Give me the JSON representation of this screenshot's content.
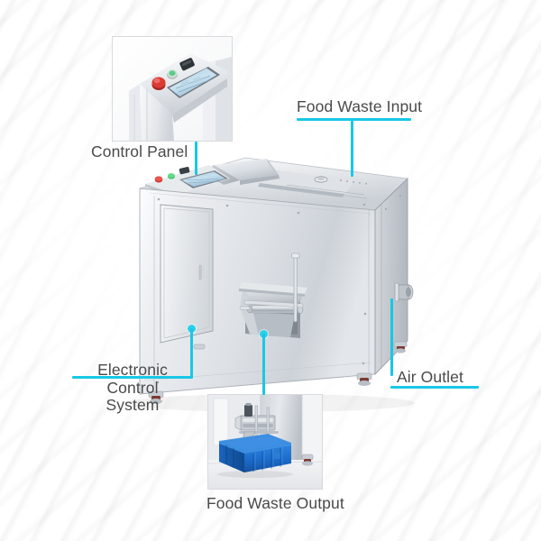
{
  "page": {
    "title": "Food Waste Treatment Machine — Annotated Diagram",
    "subject": "stainless steel food waste disposal / dewatering machine",
    "background_style": "white with subtle diagonal wave stripes"
  },
  "colors": {
    "accent_cyan": "#18c8e6",
    "label_text": "#4a4a4a",
    "inset_border": "#d8dade",
    "steel_light": "#f2f3f5",
    "steel_mid": "#d3d7dc",
    "steel_dark": "#a9afb6",
    "crate_blue": "#1f6fd0",
    "emergency_red": "#d4342c",
    "button_green": "#3fbf6a",
    "hmi_screen": "#b9d9ea"
  },
  "annotations": [
    {
      "id": "control-panel",
      "label": "Control Panel",
      "label_lines": [
        "Control Panel"
      ],
      "has_inset_photo": true,
      "inset_contents": "close-up of machine corner showing emergency stop, green button, rocker switch and HMI touchscreen",
      "connector": "vertical cyan line from inset down to the machine control panel"
    },
    {
      "id": "food-waste-input",
      "label": "Food Waste Input",
      "label_lines": [
        "Food Waste Input"
      ],
      "has_inset_photo": false,
      "connector": "cyan underline with vertical drop to the hopper lid on machine top"
    },
    {
      "id": "electronic-control-system",
      "label": "Electronic Control System",
      "label_lines": [
        "Electronic Control",
        "System"
      ],
      "has_inset_photo": false,
      "connector": "cyan L bracket with vertical line and dot on cabinet access door"
    },
    {
      "id": "air-outlet",
      "label": "Air Outlet",
      "label_lines": [
        "Air Outlet"
      ],
      "has_inset_photo": false,
      "connector": "cyan vertical line up to side air outlet port plus underline"
    },
    {
      "id": "food-waste-output",
      "label": "Food Waste Output",
      "label_lines": [
        "Food Waste Output"
      ],
      "has_inset_photo": true,
      "inset_contents": "photo of discharge chute dropping processed waste into a blue plastic crate",
      "connector": "vertical cyan line with dot from discharge chute down into the inset photo"
    }
  ],
  "machine_parts": {
    "control_panel_buttons": [
      "emergency-stop",
      "start-button",
      "rocker-switch"
    ],
    "hmi_display": "touchscreen",
    "cabinet_door": "hinged access door",
    "discharge_chute": "screw press outlet",
    "air_outlet_port": "side flange",
    "feet": [
      "front-left",
      "front-right",
      "rear-left",
      "rear-right"
    ]
  }
}
